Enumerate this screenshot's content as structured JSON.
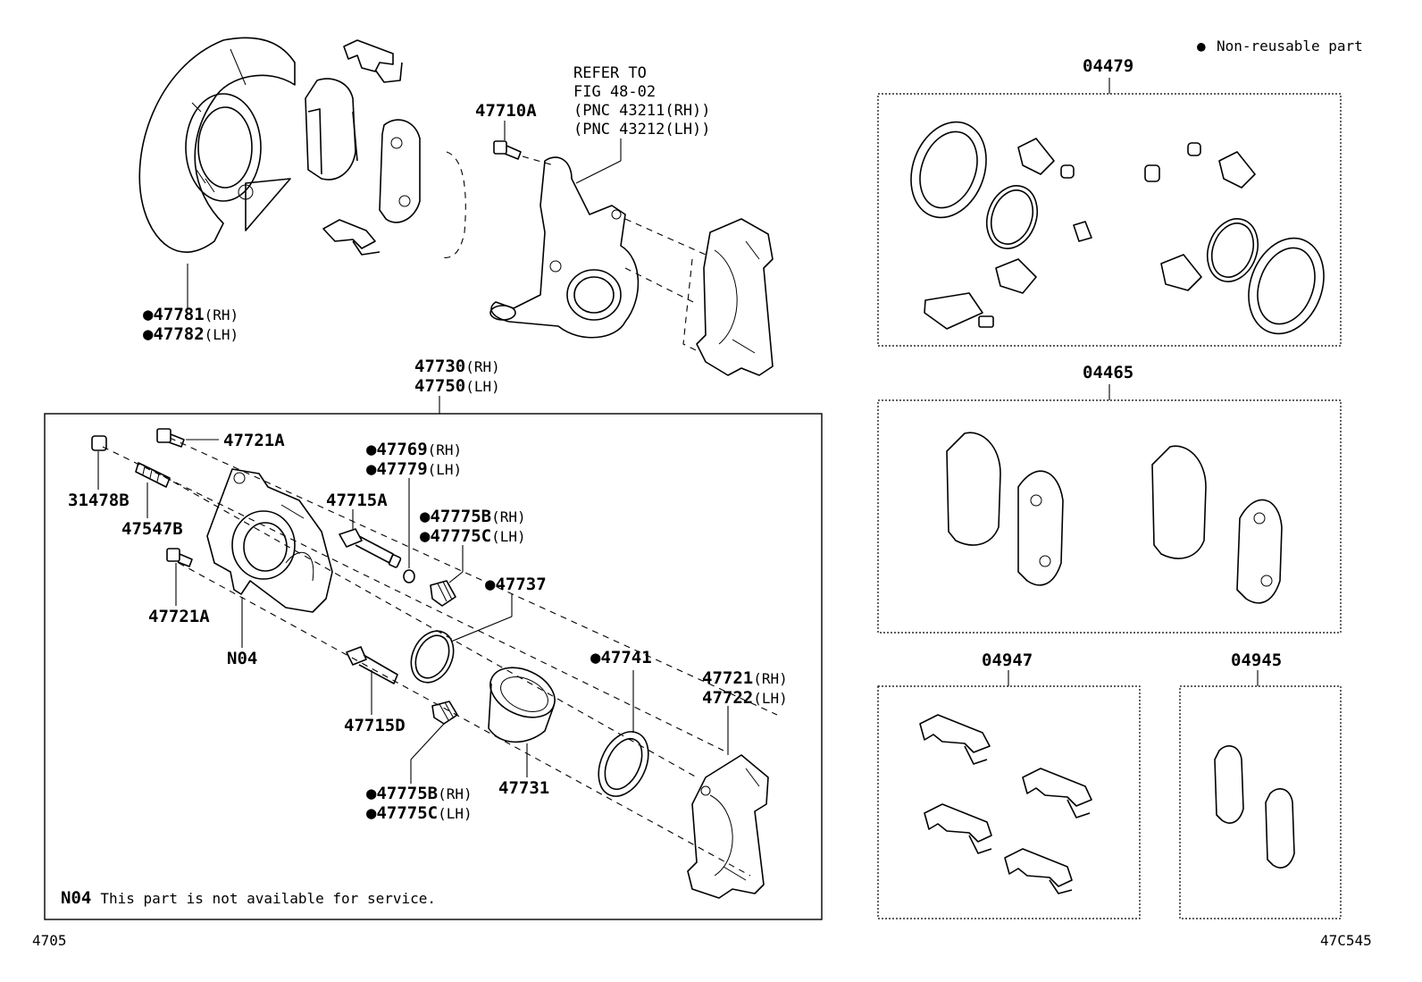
{
  "legend": {
    "marker": "●",
    "text": "Non-reusable part"
  },
  "refer": {
    "line1": "REFER TO",
    "line2": "FIG 48-02",
    "line3": "(PNC 43211(RH))",
    "line4": "(PNC 43212(LH))"
  },
  "labels": {
    "p47781": "47781",
    "p47782": "47782",
    "p47710A": "47710A",
    "p47730": "47730",
    "p47750": "47750",
    "p47721A_top": "47721A",
    "p31478B": "31478B",
    "p47547B": "47547B",
    "p47721A_bot": "47721A",
    "pN04": "N04",
    "p47769": "47769",
    "p47779": "47779",
    "p47715A": "47715A",
    "p47775B_top": "47775B",
    "p47775C_top": "47775C",
    "p47737": "47737",
    "p47741": "47741",
    "p47721": "47721",
    "p47722": "47722",
    "p47715D": "47715D",
    "p47775B_bot": "47775B",
    "p47775C_bot": "47775C",
    "p47731": "47731",
    "k04479": "04479",
    "k04465": "04465",
    "k04947": "04947",
    "k04945": "04945"
  },
  "suffix": {
    "rh": "(RH)",
    "lh": "(LH)"
  },
  "footnote": {
    "code": "N04",
    "text": "This part is not available for service."
  },
  "corner": {
    "left": "4705",
    "right": "47C545"
  }
}
